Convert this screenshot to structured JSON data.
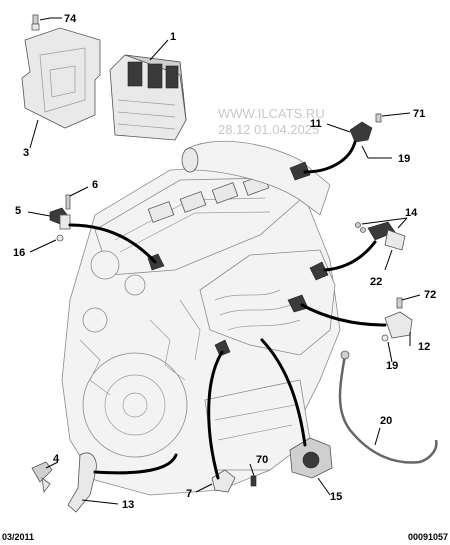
{
  "diagram": {
    "watermark_line1": "WWW.ILCATS.RU",
    "watermark_line2": "28.12 01.04.2025",
    "footer_left": "03/2011",
    "footer_right": "00091057",
    "callouts": {
      "c74": "74",
      "c1": "1",
      "c3": "3",
      "c11": "11",
      "c71": "71",
      "c19a": "19",
      "c6": "6",
      "c5": "5",
      "c16": "16",
      "c14": "14",
      "c22": "22",
      "c72": "72",
      "c12": "12",
      "c19b": "19",
      "c20": "20",
      "c4": "4",
      "c70": "70",
      "c7": "7",
      "c13": "13",
      "c15": "15"
    }
  }
}
